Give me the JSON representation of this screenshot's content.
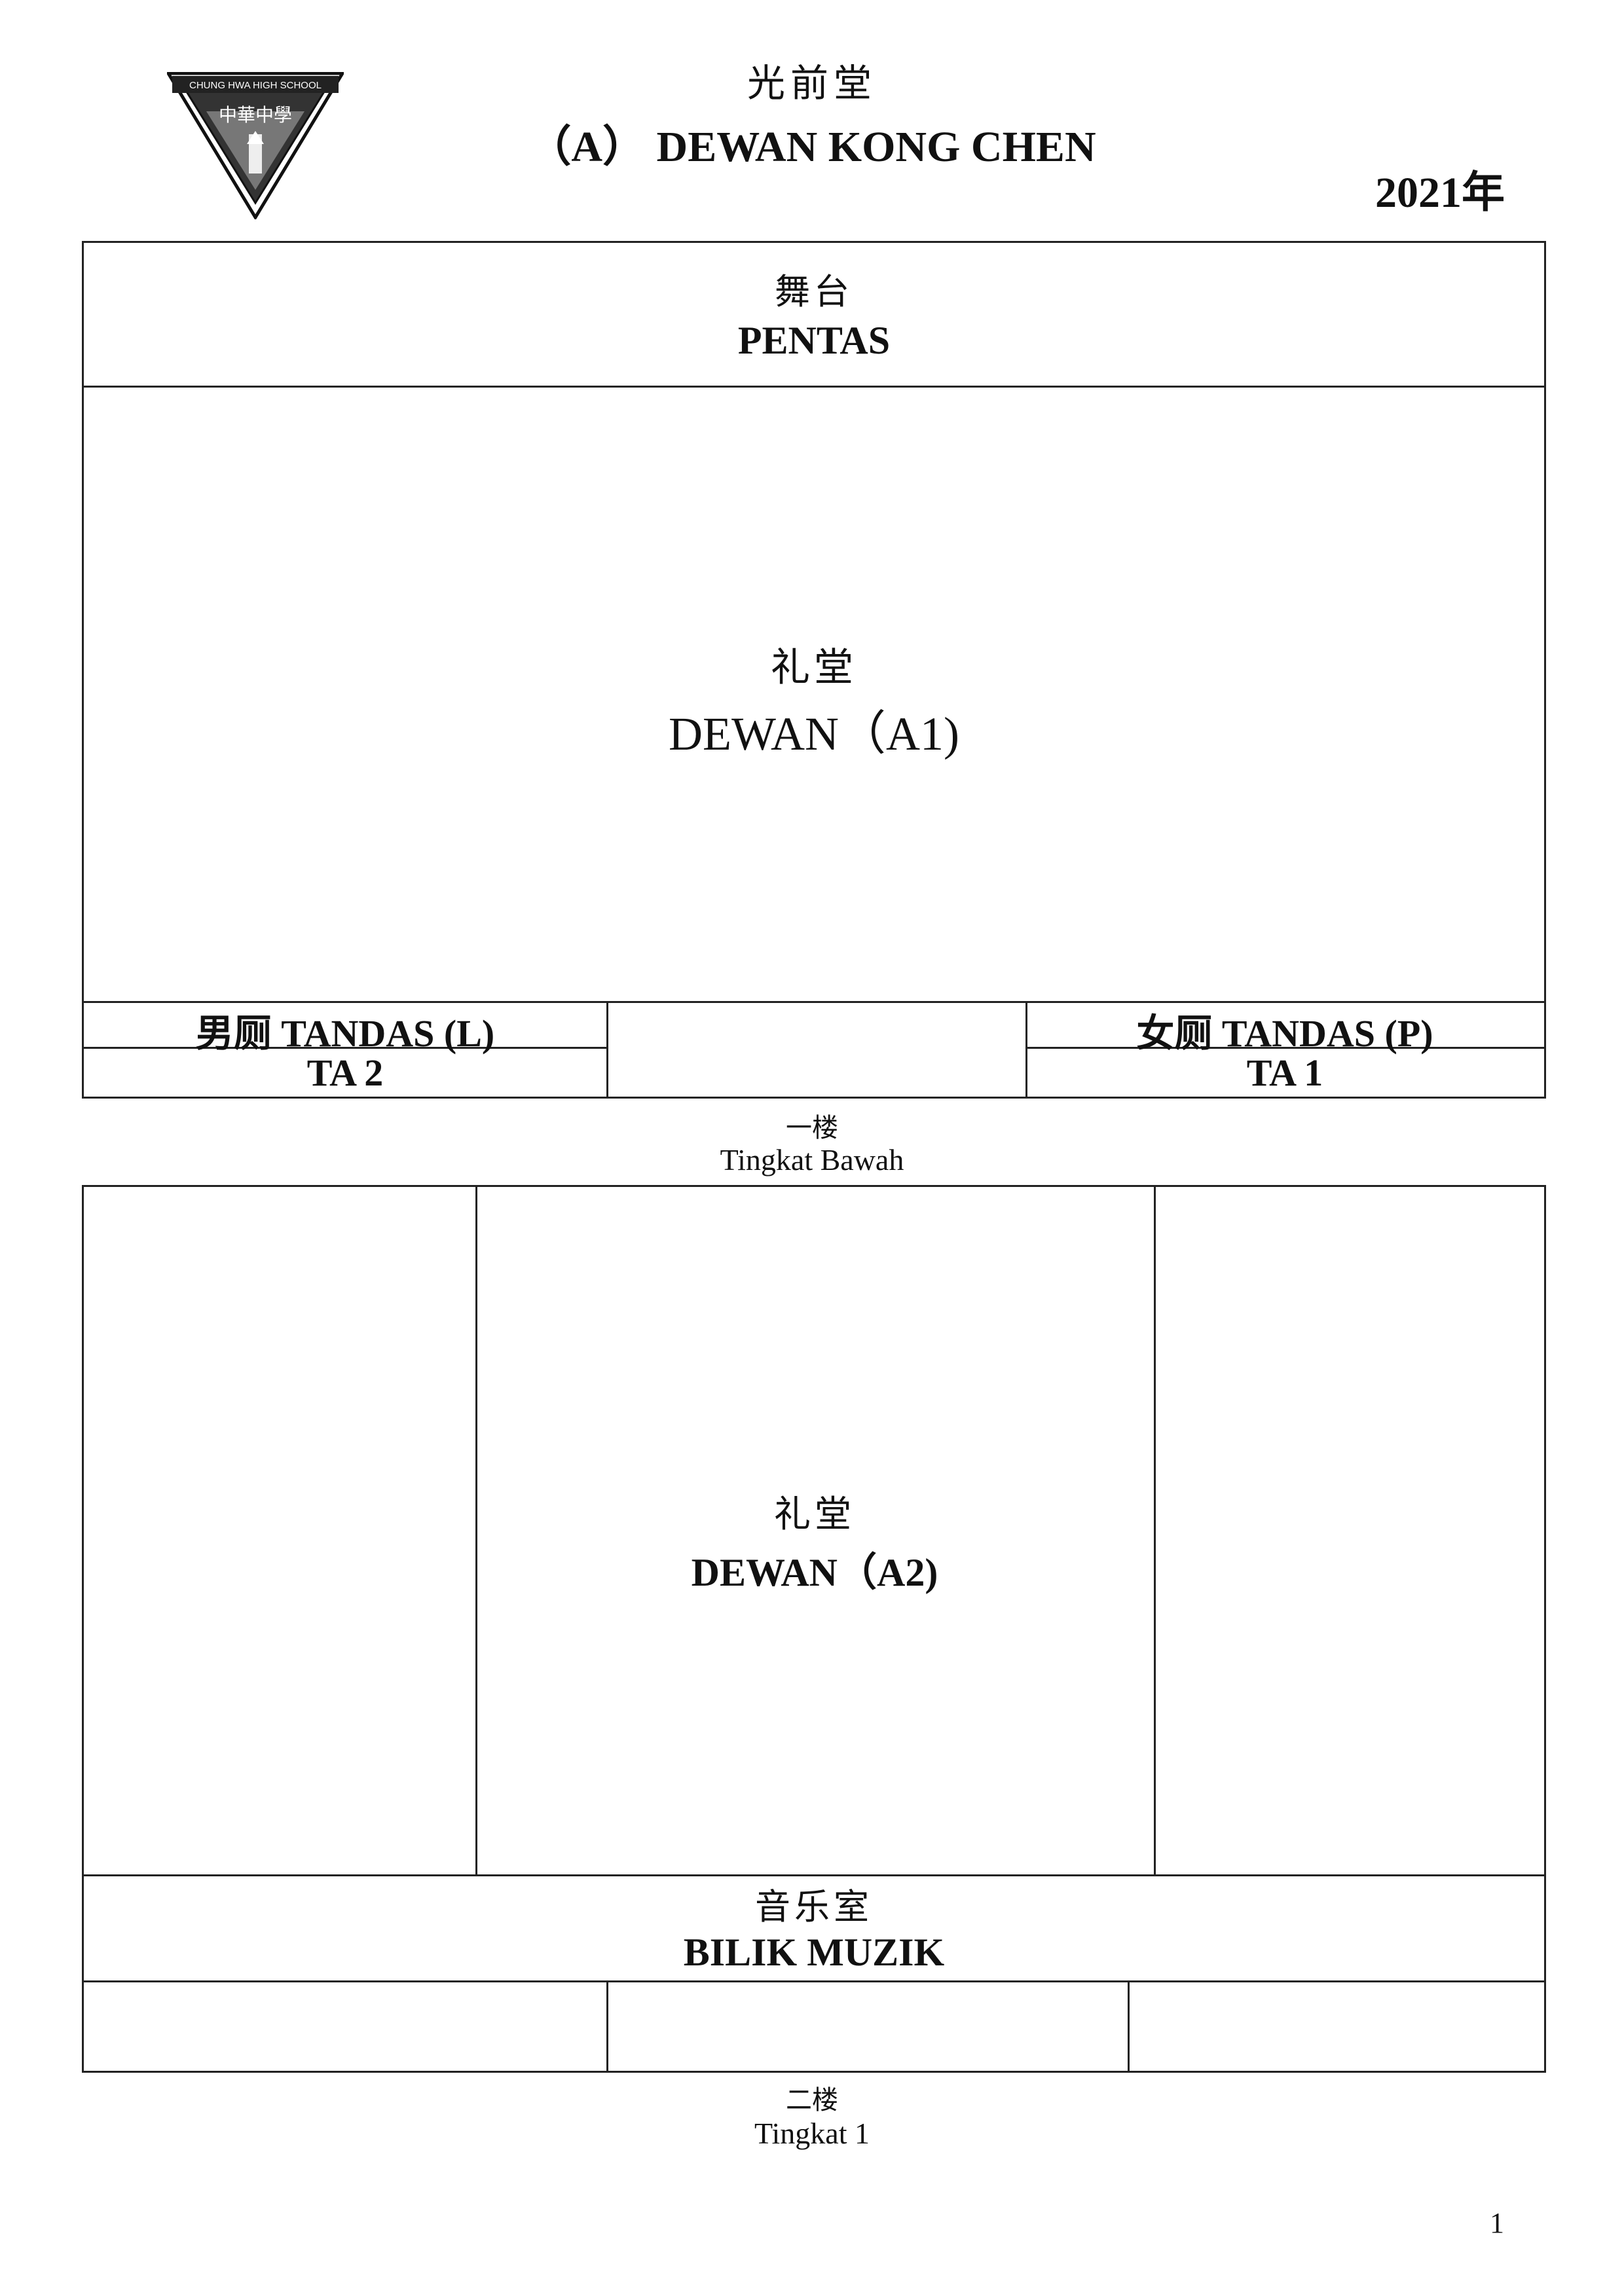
{
  "logo": {
    "top_text": "CHUNG HWA HIGH SCHOOL",
    "middle_text": "中華中學",
    "icon": "school-crest-icon"
  },
  "header": {
    "title_cn": "光前堂",
    "title_en": "（A） DEWAN KONG CHEN",
    "year": "2021年"
  },
  "ground_floor": {
    "stage_cn": "舞台",
    "stage_en": "PENTAS",
    "hall_cn": "礼堂",
    "hall_en": "DEWAN（A1)",
    "toilet_male": "男厕 TANDAS (L)",
    "toilet_male_code": "TA 2",
    "toilet_female": "女厕 TANDAS (P)",
    "toilet_female_code": "TA 1",
    "floor_cn": "一楼",
    "floor_en": "Tingkat Bawah"
  },
  "first_floor": {
    "hall_cn": "礼堂",
    "hall_en": "DEWAN（A2)",
    "music_cn": "音乐室",
    "music_en": "BILIK MUZIK",
    "floor_cn": "二楼",
    "floor_en": "Tingkat 1"
  },
  "page_number": "1"
}
